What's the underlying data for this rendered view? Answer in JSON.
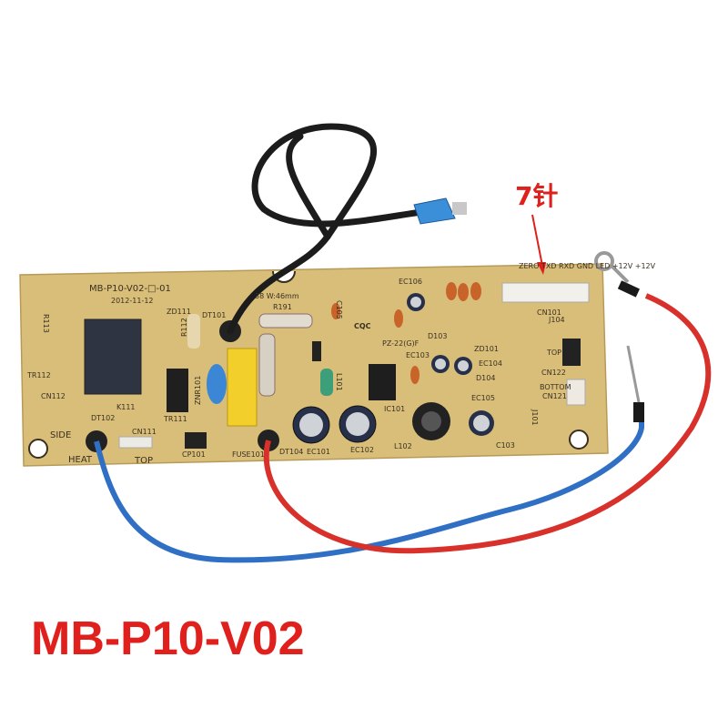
{
  "caption": {
    "model": "MB-P10-V02",
    "pin_note": "7针"
  },
  "board": {
    "model_silk": "MB-P10-V02-□-01",
    "date": "2012-11-12",
    "side_label": "SIDE",
    "heat_label": "HEAT",
    "top_label": "TOP",
    "top_label_right": "TOP",
    "bottom_label": "BOTTOM",
    "connector_pins": "ZERO TXD RXD GND LED +12V +12V",
    "refs": {
      "r113": "R113",
      "zd111": "ZD111",
      "r112": "R112",
      "dt101": "DT101",
      "r191": "R191",
      "tr112": "TR112",
      "cn112": "CN112",
      "k111": "K111",
      "tr111": "TR111",
      "znr101": "ZNR101",
      "dt102": "DT102",
      "cn111": "CN111",
      "cp101": "CP101",
      "fuse101": "FUSE101",
      "dt104": "DT104",
      "ec101": "EC101",
      "ec102": "EC102",
      "ic101": "IC101",
      "l101": "L101",
      "l102": "L102",
      "ec103": "EC103",
      "ec104": "EC104",
      "ec105": "EC105",
      "ec106": "EC106",
      "d103": "D103",
      "d104": "D104",
      "zd101": "ZD101",
      "c103": "C103",
      "c105": "C105",
      "cn101": "CN101",
      "cn122": "CN122",
      "cn121": "CN121",
      "j104": "J104",
      "j101": "J101",
      "pz": "PZ-22(G)F",
      "cqc": "CQC",
      "dim": "38 W:46mm"
    }
  },
  "colors": {
    "board": "#d9be7a",
    "caption": "#e0201c",
    "red_wire": "#d8302a",
    "blue_wire": "#2f6fc4"
  }
}
